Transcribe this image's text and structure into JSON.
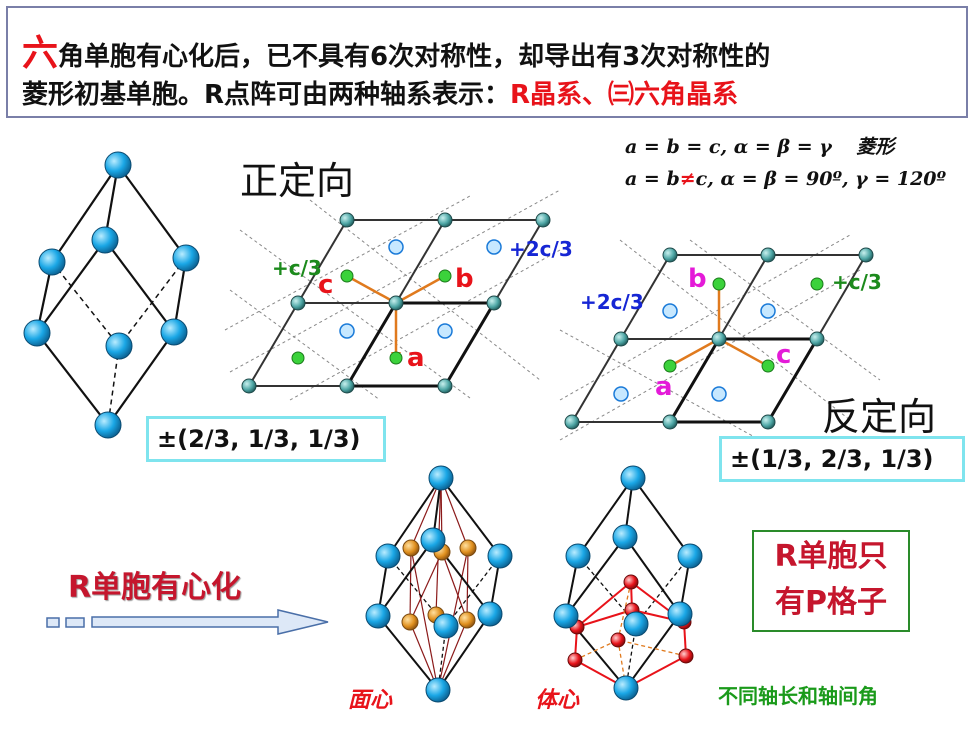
{
  "title": {
    "first_char": "六",
    "line1_rest": "角单胞有心化后，已不具有6次对称性，却导出有3次对称性的",
    "line2_main": "菱形初基单胞。R点阵可由两种轴系表示：",
    "line2_red": "R晶系、㈢六角晶系"
  },
  "headings": {
    "obverse": "正定向",
    "reverse": "反定向"
  },
  "formulas": {
    "rhombic": "a = b = c, α = β = γ",
    "rhombic_name": "菱形",
    "hex_part1": "a = b",
    "hex_neq": "≠",
    "hex_part2": "c, α = β = 90º, γ = 120º"
  },
  "coords": {
    "obverse": "±(2/3, 1/3, 1/3)",
    "reverse": "±(1/3, 2/3, 1/3)"
  },
  "lattice_labels": {
    "left_c3": "+c/3",
    "left_2c3": "+2c/3",
    "left_a": "a",
    "left_b": "b",
    "left_c": "c",
    "right_c3": "+c/3",
    "right_2c3": "+2c/3",
    "right_a": "a",
    "right_b": "b",
    "right_c": "c"
  },
  "centering_label": "R单胞有心化",
  "centering_types": {
    "face": "面心",
    "body": "体心"
  },
  "p_lattice": {
    "line1": "R单胞只",
    "line2": "有P格子"
  },
  "note": "不同轴长和轴间角",
  "colors": {
    "red": "#e8131a",
    "cyan_atom": "#1aa7e6",
    "green_atom": "#3bd23b",
    "blue_atom": "#1626d4",
    "orange_bond": "#e07a1e"
  }
}
